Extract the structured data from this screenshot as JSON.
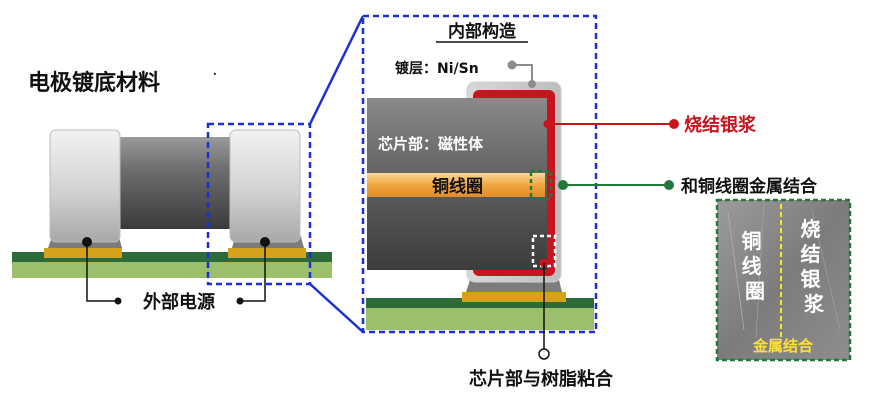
{
  "title": "电极镀底材料",
  "labels": {
    "internal_structure": "内部构造",
    "plating": "镀层：Ni/Sn",
    "chip_magnetic": "芯片部：磁性体",
    "copper_coil": "铜线圈",
    "sintered_silver": "烧结银浆",
    "copper_metal_bond": "和铜线圈金属结合",
    "external_electrode": "外部电源",
    "chip_resin_bond": "芯片部与树脂粘合"
  },
  "micrograph": {
    "left_label": "铜线圈",
    "right_label": "烧结银浆",
    "bottom_label": "金属结合"
  },
  "colors": {
    "callout_blue": "#1a2fd6",
    "silver_red": "#c8141e",
    "bond_green": "#1f7a3a",
    "coil_orange": "#f0a640",
    "pcb_green": "#9bbf6b",
    "pad_gold": "#d6a21c",
    "chip_gray": "#5c5c5c"
  }
}
